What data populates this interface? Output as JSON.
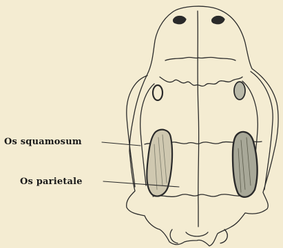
{
  "figure": {
    "subject": "skull-dorsal-view",
    "background_color": "#f4ecd2",
    "ink_color": "#2a2a2a",
    "shading_color": "#9a9a8a"
  },
  "labels": {
    "squamosum": "Os squamosum",
    "parietale": "Os parietale"
  }
}
